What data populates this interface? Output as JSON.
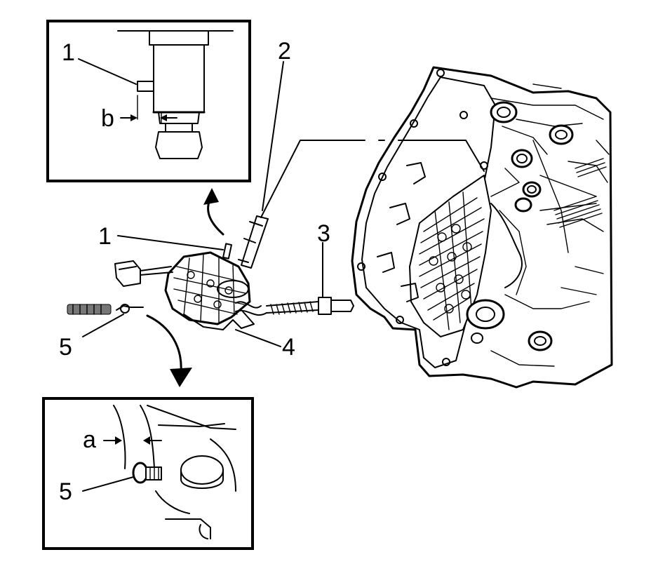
{
  "callouts": {
    "c1_inset": "1",
    "b_inset": "b",
    "c2": "2",
    "c1_main": "1",
    "c3": "3",
    "c4": "4",
    "c5_main": "5",
    "a_inset": "a",
    "c5_inset": "5"
  }
}
